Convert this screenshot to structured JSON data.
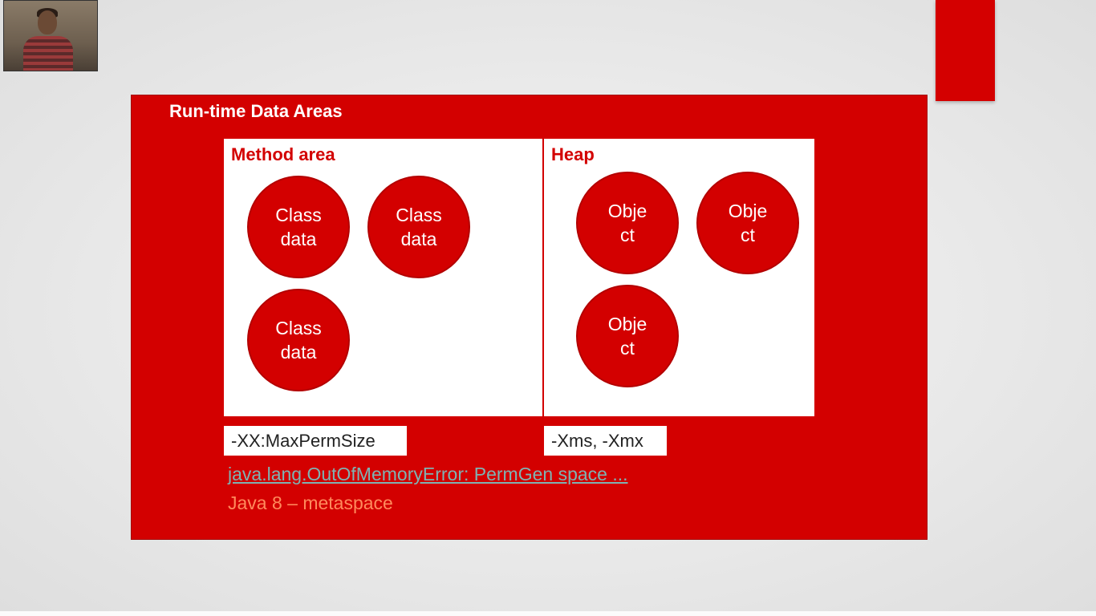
{
  "slide": {
    "title": "Run-time Data Areas",
    "method_area": {
      "title": "Method area",
      "items": [
        {
          "line1": "Class",
          "line2": "data"
        },
        {
          "line1": "Class",
          "line2": "data"
        },
        {
          "line1": "Class",
          "line2": "data"
        }
      ],
      "option": "-XX:MaxPermSize"
    },
    "heap": {
      "title": "Heap",
      "items": [
        {
          "line1": "Obje",
          "line2": "ct"
        },
        {
          "line1": "Obje",
          "line2": "ct"
        },
        {
          "line1": "Obje",
          "line2": "ct"
        }
      ],
      "option": "-Xms, -Xmx"
    },
    "error_link": "java.lang.OutOfMemoryError: PermGen space ...",
    "note": "Java 8 – metaspace"
  },
  "colors": {
    "slide_red": "#d30000",
    "link": "#7fb2b2",
    "note": "#ff8a5c"
  }
}
